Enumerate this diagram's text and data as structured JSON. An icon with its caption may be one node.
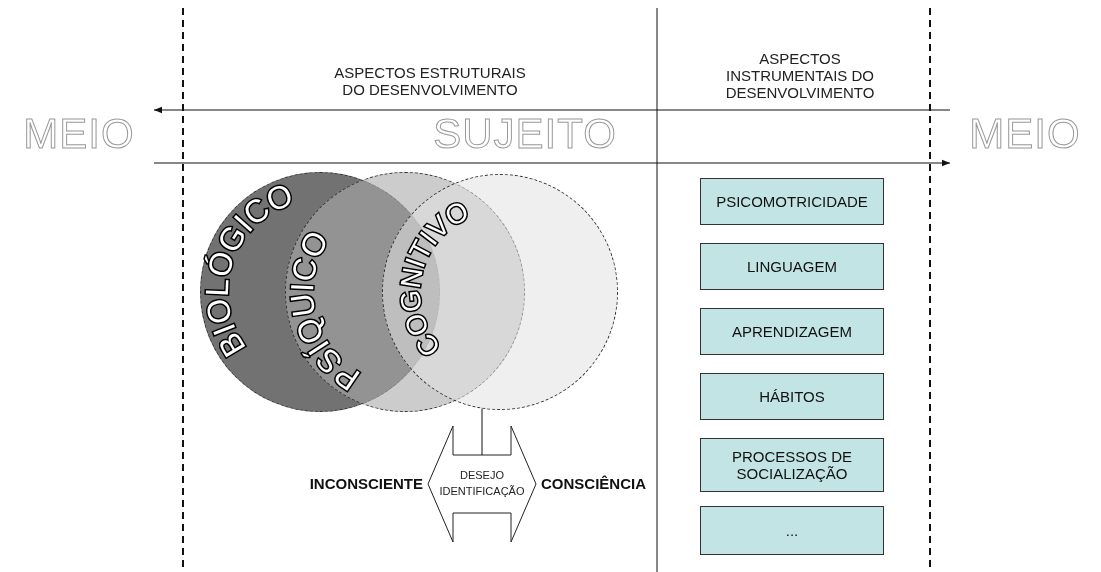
{
  "diagram": {
    "nodes": [
      {
        "text": [
          "MEIO"
        ]
      },
      {
        "text": [
          "SUJEITO"
        ]
      },
      {
        "text": [
          "MEIO"
        ]
      },
      {
        "text": [
          "BIOLÓGICO"
        ]
      },
      {
        "text": [
          "PSÍQUICO"
        ]
      },
      {
        "text": [
          "COGNITIVO"
        ]
      },
      {
        "text": [
          "DESEJO IDENTIFICAÇÃO"
        ],
        "beside": [
          "INCONSCIENTE",
          "CONSCIÊNCIA"
        ]
      },
      {
        "text": [
          "PSICOMOTRICIDADE"
        ]
      },
      {
        "text": [
          "LINGUAGEM"
        ]
      },
      {
        "text": [
          "APRENDIZAGEM"
        ]
      },
      {
        "text": [
          "HÁBITOS"
        ]
      },
      {
        "text": [
          "PROCESSOS DE SOCIALIZAÇÃO"
        ]
      },
      {
        "text": [
          "..."
        ]
      }
    ],
    "edges": [
      {
        "from": 2,
        "to": 0,
        "arrow": "to"
      },
      {
        "from": 0,
        "to": 2,
        "arrow": "to"
      },
      {
        "from": 5,
        "to": 6,
        "arrow": "none"
      }
    ],
    "labels": [
      "ASPECTOS ESTRUTURAIS DO DESENVOLVIMENTO",
      "ASPECTOS INSTRUMENTAIS DO DESENVOLVIMENTO"
    ]
  }
}
